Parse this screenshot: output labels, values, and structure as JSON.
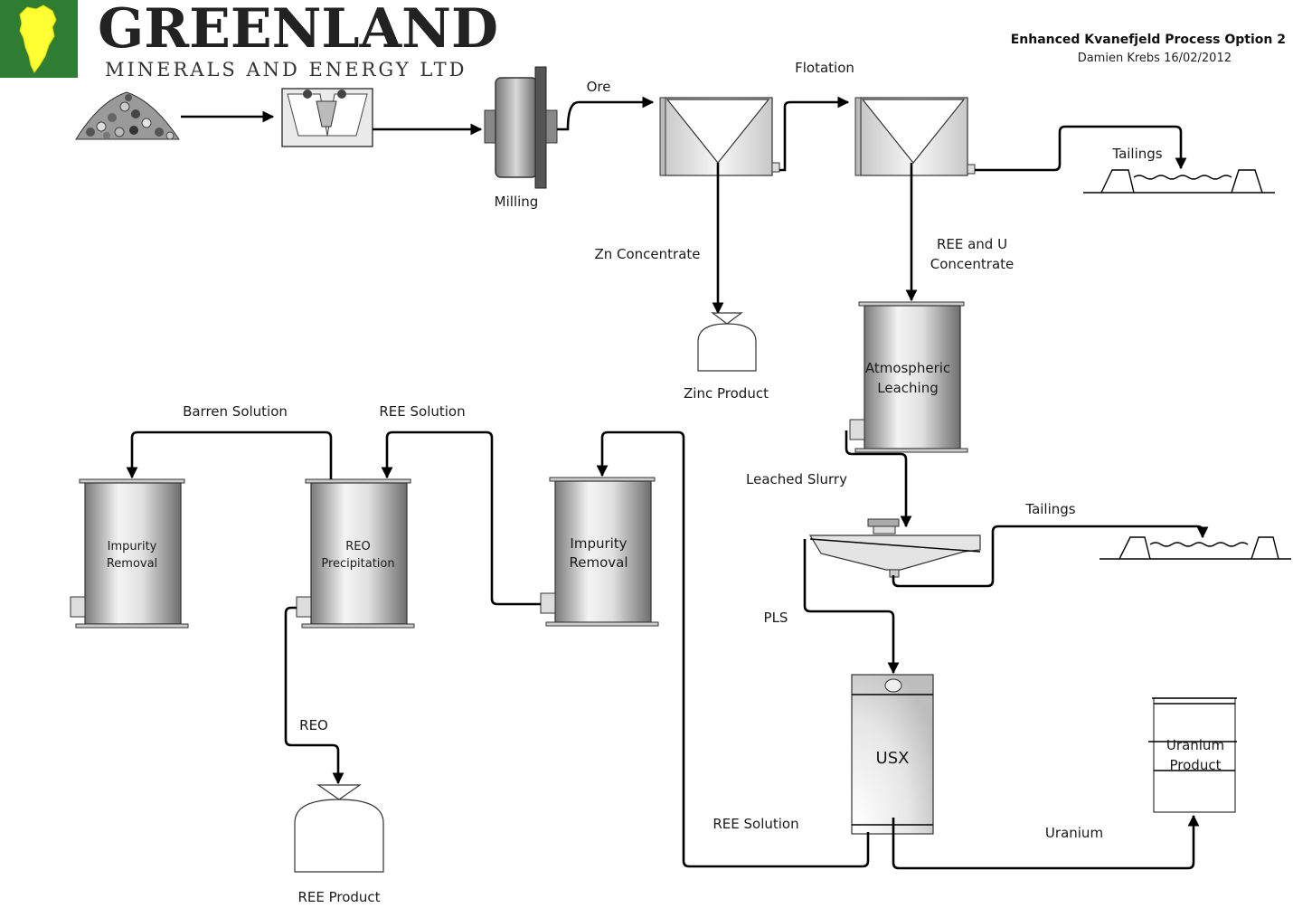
{
  "header": {
    "company_name": "GREENLAND",
    "company_subtitle": "MINERALS AND ENERGY LTD",
    "diagram_title": "Enhanced Kvanefjeld Process Option 2",
    "author_line": "Damien Krebs 16/02/2012"
  },
  "colors": {
    "logo_background": "#2e7d32",
    "logo_island": "#ffff33"
  },
  "equipment": {
    "milling": "Milling",
    "atmospheric_leaching_line1": "Atmospheric",
    "atmospheric_leaching_line2": "Leaching",
    "impurity_removal_left_line1": "Impurity",
    "impurity_removal_left_line2": "Removal",
    "reo_precipitation_line1": "REO",
    "reo_precipitation_line2": "Precipitation",
    "impurity_removal_right_line1": "Impurity",
    "impurity_removal_right_line2": "Removal",
    "usx": "USX",
    "uranium_product_line1": "Uranium",
    "uranium_product_line2": "Product"
  },
  "streams": {
    "ore": "Ore",
    "flotation": "Flotation",
    "tailings_top": "Tailings",
    "zn_concentrate": "Zn Concentrate",
    "zinc_product": "Zinc Product",
    "ree_u_concentrate_line1": "REE and U",
    "ree_u_concentrate_line2": "Concentrate",
    "leached_slurry": "Leached Slurry",
    "tailings_bottom": "Tailings",
    "pls": "PLS",
    "barren_solution": "Barren Solution",
    "ree_solution_top": "REE Solution",
    "reo": "REO",
    "ree_product": "REE Product",
    "ree_solution_bottom": "REE Solution",
    "uranium": "Uranium"
  }
}
